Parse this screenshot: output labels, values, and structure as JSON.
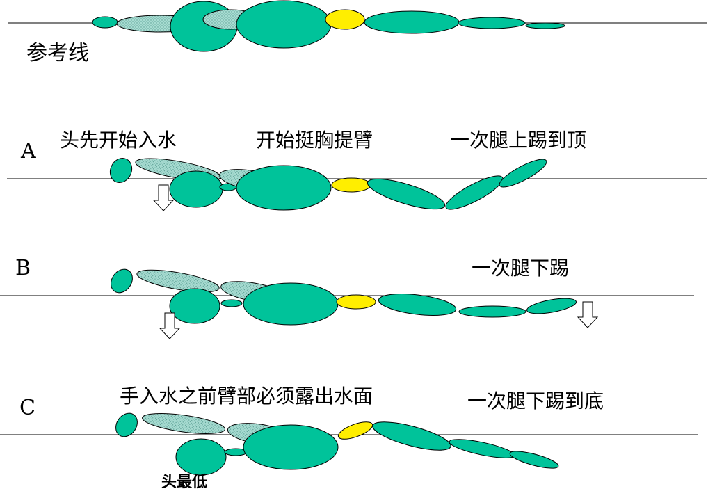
{
  "labels": {
    "reference": "参考线",
    "a_letter": "A",
    "a_head": "头先开始入水",
    "a_chest": "开始挺胸提臂",
    "a_kick": "一次腿上踢到顶",
    "b_letter": "B",
    "b_kick": "一次腿下踢",
    "c_letter": "C",
    "c_arm": "手入水之前臂部必须露出水面",
    "c_kick": "一次腿下踢到底",
    "c_head": "头最低"
  },
  "colors": {
    "body": "#00c39a",
    "hip": "#ffee00",
    "arm_ghost": "#a8dcd2",
    "line": "#000000"
  }
}
